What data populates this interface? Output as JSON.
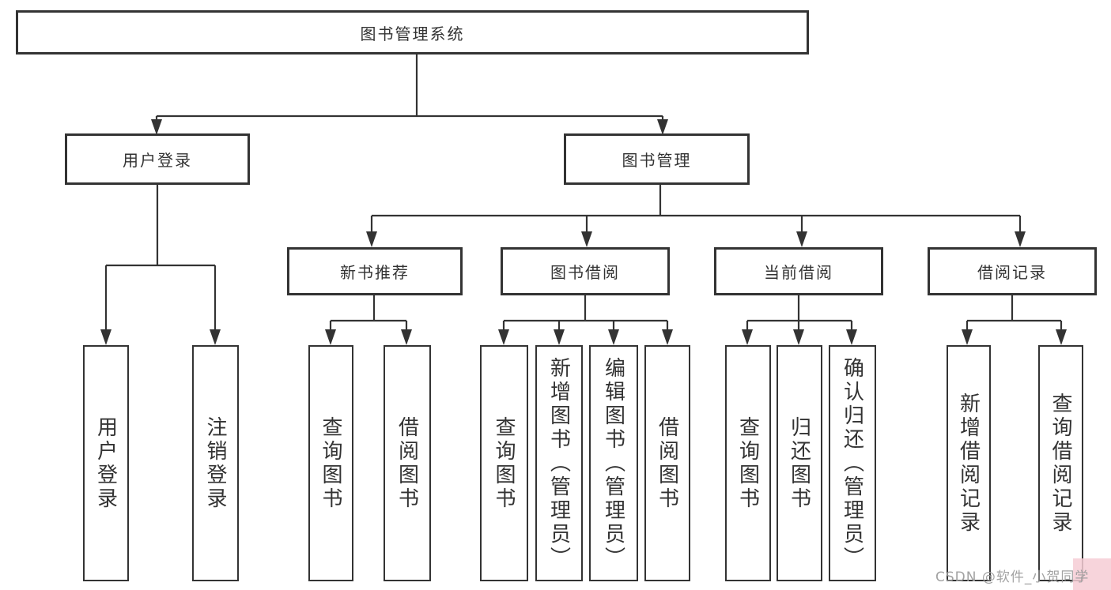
{
  "diagram": {
    "type": "tree",
    "orientation": "top-down",
    "colors": {
      "background": "#ffffff",
      "line": "#333333",
      "box_border": "#333333",
      "text": "#333333",
      "watermark_text": "#9e9e9e",
      "watermark_badge": "#f6cdd5"
    }
  },
  "tree": {
    "label": "图书管理系统",
    "children": [
      {
        "label": "用户登录",
        "children": [
          {
            "label": "用户登录"
          },
          {
            "label": "注销登录"
          }
        ]
      },
      {
        "label": "图书管理",
        "children": [
          {
            "label": "新书推荐",
            "children": [
              {
                "label": "查询图书"
              },
              {
                "label": "借阅图书"
              }
            ]
          },
          {
            "label": "图书借阅",
            "children": [
              {
                "label": "查询图书"
              },
              {
                "label": "新增图书（管理员）"
              },
              {
                "label": "编辑图书（管理员）"
              },
              {
                "label": "借阅图书"
              }
            ]
          },
          {
            "label": "当前借阅",
            "children": [
              {
                "label": "查询图书"
              },
              {
                "label": "归还图书"
              },
              {
                "label": "确认归还（管理员）"
              }
            ]
          },
          {
            "label": "借阅记录",
            "children": [
              {
                "label": "新增借阅记录"
              },
              {
                "label": "查询借阅记录"
              }
            ]
          }
        ]
      }
    ]
  },
  "watermark": {
    "text": "CSDN @软件_小贺同学"
  }
}
